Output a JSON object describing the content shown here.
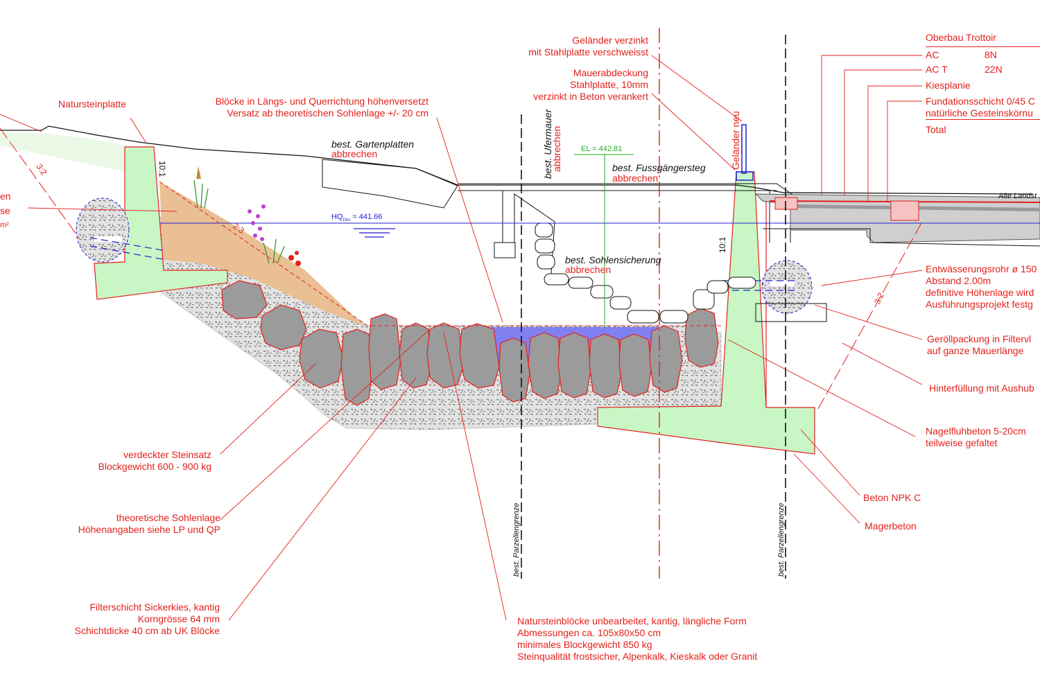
{
  "colors": {
    "annotation": "#e3201b",
    "concrete_fill": "#c8f7c5",
    "block_fill": "#9b9b9b",
    "gravel_fill": "#e2e2e2",
    "water_fill": "#8080f0",
    "soil_fill": "#e9bf93",
    "water_line": "#1f1fd0",
    "elevation_line": "#22aa22"
  },
  "labels": {
    "natursteinplatte": "Natursteinplatte",
    "bloecke": [
      "Blöcke in Längs- und Querrichtung höhenversetzt",
      "Versatz ab theoretischen Sohlenlage +/- 20 cm"
    ],
    "gelaender": [
      "Geländer verzinkt",
      "mit Stahlplatte verschweisst"
    ],
    "mauerabdeckung": [
      "Mauerabdeckung",
      "Stahlplatte, 10mm",
      "verzinkt in Beton verankert"
    ],
    "oberbau_title": "Oberbau Trottoir",
    "oberbau_rows": [
      {
        "name": "AC",
        "value": "8N"
      },
      {
        "name": "AC T",
        "value": "22N"
      },
      {
        "name": "Kiesplanie",
        "value": ""
      },
      {
        "name": "Fundationsschicht 0/45 C",
        "value": ""
      },
      {
        "name": "natürliche Gesteinskörnu",
        "value": ""
      },
      {
        "name": "Total",
        "value": ""
      }
    ],
    "left_cut": [
      "en",
      "se",
      "m²"
    ],
    "entwaesserung": [
      "Entwässerungsrohr ø 150",
      "Abstand 2.00m",
      "definitive Höhenlage wird",
      "Ausführungsprojekt festg"
    ],
    "geroell": [
      "Geröllpackung in Filtervl",
      "auf ganze Mauerlänge"
    ],
    "hinterfuellung": "Hinterfüllung mit Aushub",
    "nagelfluh": [
      "Nagelfluhbeton 5-20cm",
      "teilweise gefaltet"
    ],
    "beton": "Beton NPK C",
    "magerbeton": "Magerbeton",
    "steinsatz": [
      "verdeckter Steinsatz",
      "Blockgewicht 600 - 900 kg"
    ],
    "sohlenlage": [
      "theoretische Sohlenlage",
      "Höhenangaben siehe LP und QP"
    ],
    "filterschicht": [
      "Filterschicht Sickerkies, kantig",
      "Korngrösse 64 mm",
      "Schichtdicke 40 cm ab UK Blöcke"
    ],
    "natursteinbloecke": [
      "Natursteinblöcke unbearbeitet, kantig, längliche Form",
      "Abmessungen ca. 105x80x50 cm",
      "minimales Blockgewicht 850 kg",
      "Steinqualität frostsicher, Alpenkalk, Kieskalk oder Granit"
    ]
  },
  "drawing_text": {
    "gartenplatten": [
      "best. Gartenplatten",
      "abbrechen"
    ],
    "ufermauer": [
      "best. Ufermauer",
      "abbrechen"
    ],
    "fussgaengersteg": [
      "best. Fussgängersteg",
      "abbrechen"
    ],
    "sohlensicherung": [
      "best. Sohlensicherung",
      "abbrechen"
    ],
    "gelaender_neu": "Geländer neu",
    "el": "EL = 442.81",
    "hq_prefix": "HQ",
    "hq_sub": "Dim",
    "hq_value": " = 441.66",
    "alte_landstrasse": "Alte Landst",
    "parzellengrenze": "best. Parzellengrenze",
    "slope_10_1": "10:1",
    "slope_3_2": "3:2",
    "slope_2_3": "2:3"
  }
}
